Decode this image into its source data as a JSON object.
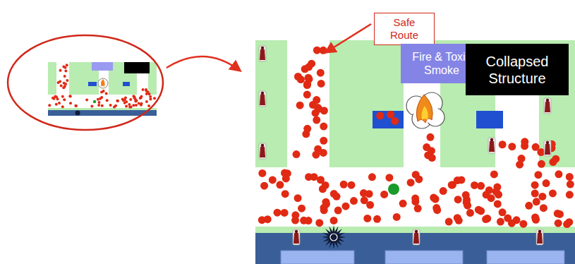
{
  "diagram": {
    "nodes": [
      {
        "text": [
          "Safe Route"
        ]
      },
      {
        "text": [
          "Fire & Toxic Smoke"
        ]
      },
      {
        "text": [
          "Collapsed Structure"
        ]
      }
    ]
  }
}
